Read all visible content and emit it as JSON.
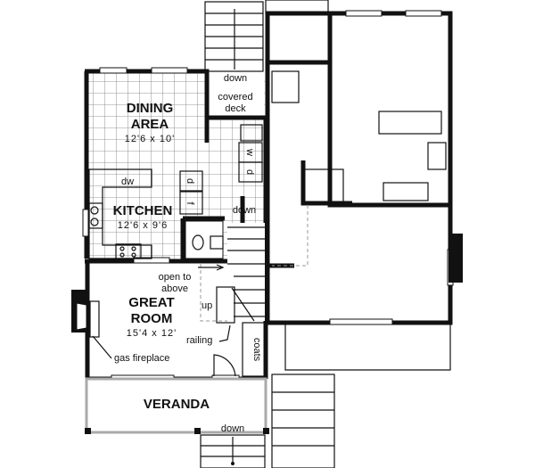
{
  "rooms": {
    "dining": {
      "name_line1": "DINING",
      "name_line2": "AREA",
      "size": "12'6 x 10'"
    },
    "kitchen": {
      "name": "KITCHEN",
      "size": "12'6 x 9'6"
    },
    "great_room": {
      "name_line1": "GREAT",
      "name_line2": "ROOM",
      "size": "15'4 x 12'"
    },
    "veranda": {
      "name": "VERANDA"
    }
  },
  "labels": {
    "down_top": "down",
    "covered_deck_line1": "covered",
    "covered_deck_line2": "deck",
    "dw": "dw",
    "w": "w",
    "d": "d",
    "f": "f",
    "down_stairs": "down",
    "open_to_above_line1": "open to",
    "open_to_above_line2": "above",
    "up": "up",
    "railing": "railing",
    "coats": "coats",
    "gas_fireplace": "gas fireplace",
    "down_bottom": "down"
  }
}
